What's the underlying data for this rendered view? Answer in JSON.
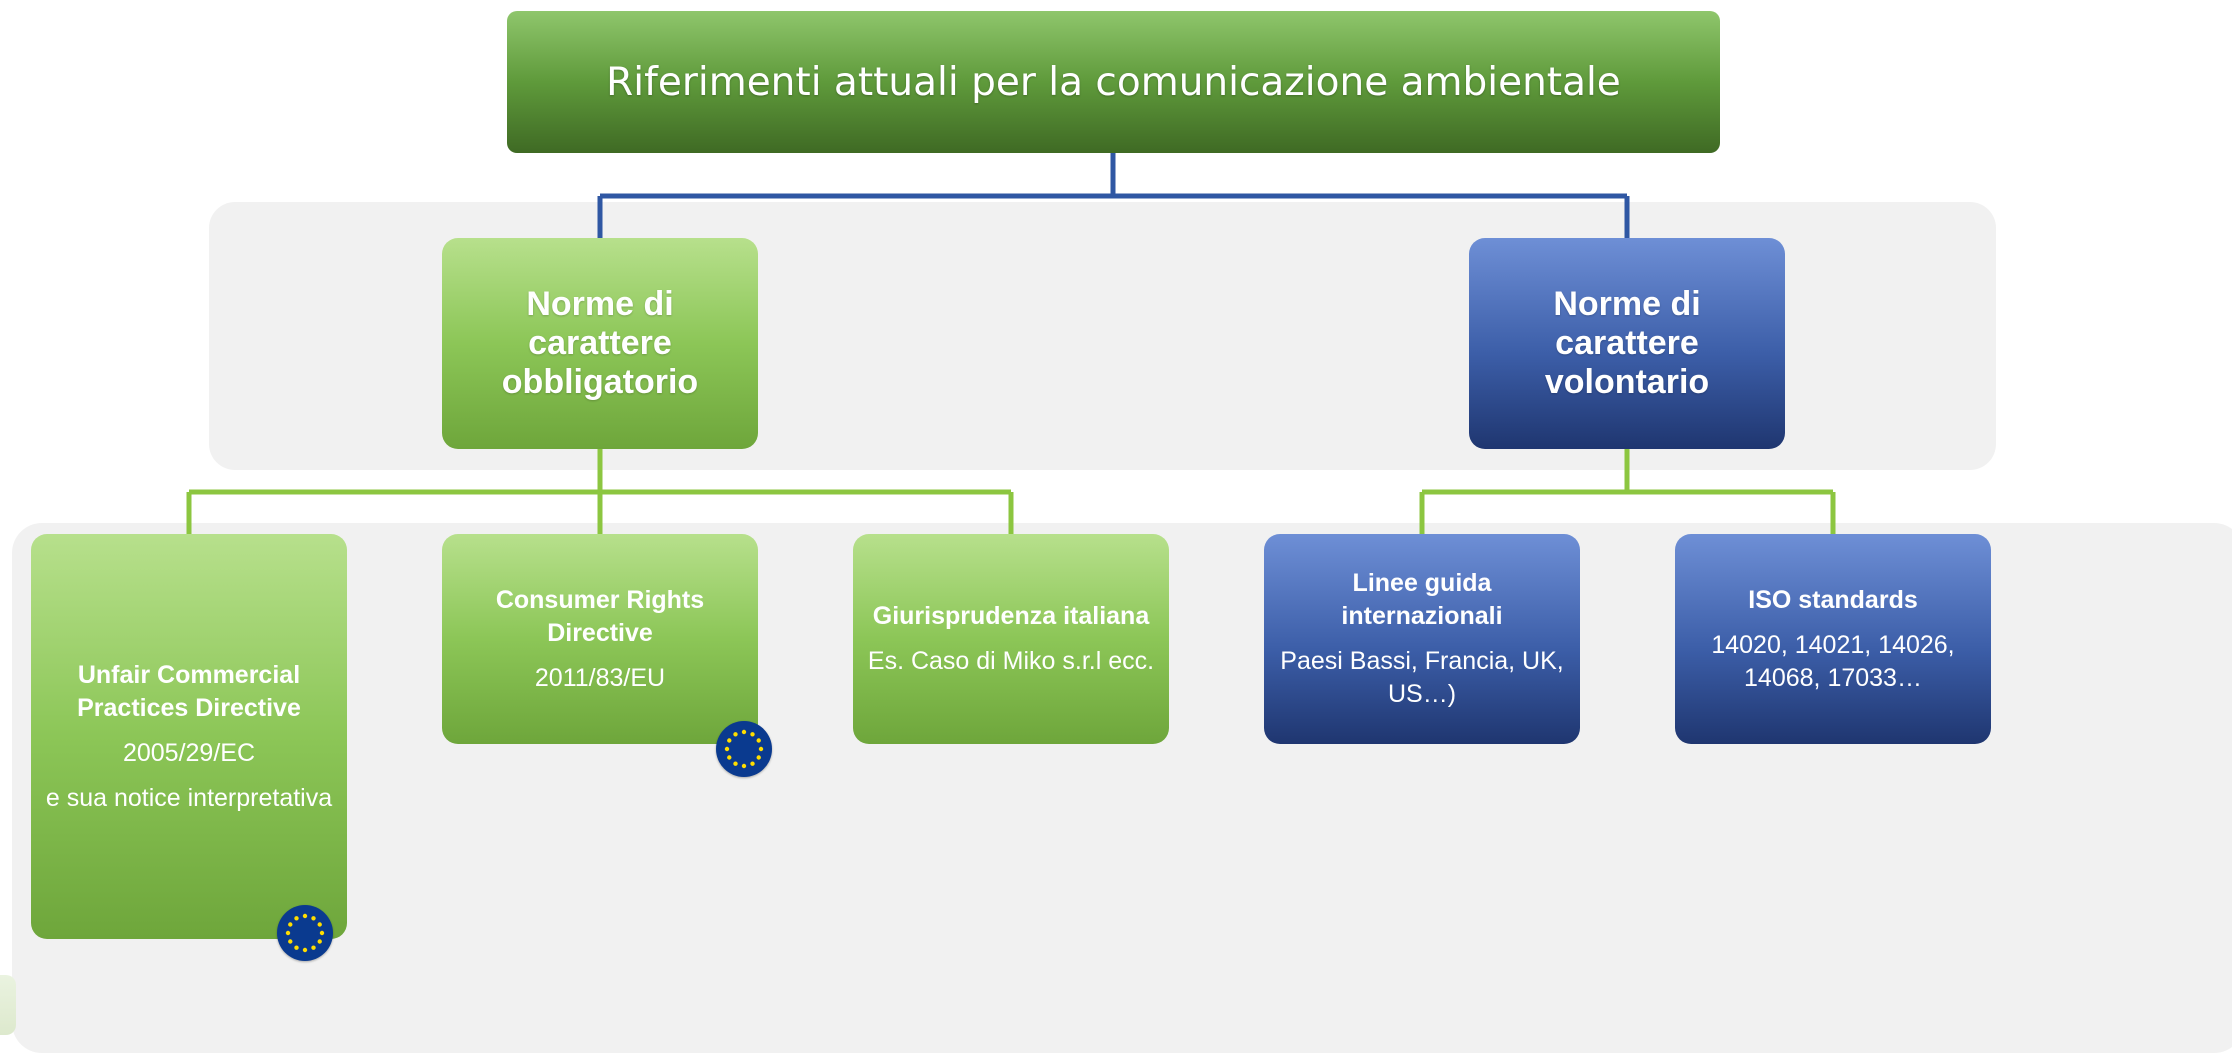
{
  "colors": {
    "root": "#5f9a3b",
    "mandatory_green": "#8cc657",
    "voluntary_blue": "#3c5ea8",
    "connector_blue": "#2f57a3",
    "connector_green": "#8cc640",
    "panel_gray": "#f1f1f1",
    "eu_flag_blue": "#0a3a8f",
    "eu_star_yellow": "#ffdd00"
  },
  "root": {
    "title": "Riferimenti attuali per la comunicazione ambientale"
  },
  "categories": [
    {
      "id": "mandatory",
      "title": "Norme di carattere obbligatorio"
    },
    {
      "id": "voluntary",
      "title": "Norme di carattere volontario"
    }
  ],
  "leaves": [
    {
      "parent": "mandatory",
      "title": "Unfair Commercial Practices Directive",
      "detail": "2005/29/EC",
      "note": "e sua notice interpretativa",
      "badge": "eu-flag-icon"
    },
    {
      "parent": "mandatory",
      "title": "Consumer Rights Directive",
      "detail": "2011/83/EU",
      "badge": "eu-flag-icon"
    },
    {
      "parent": "mandatory",
      "title": "Giurisprudenza italiana",
      "detail": "Es. Caso di Miko s.r.l ecc."
    },
    {
      "parent": "voluntary",
      "title": "Linee guida internazionali",
      "detail": "Paesi Bassi, Francia, UK, US…)"
    },
    {
      "parent": "voluntary",
      "title": "ISO standards",
      "detail": "14020, 14021, 14026, 14068, 17033…"
    }
  ]
}
